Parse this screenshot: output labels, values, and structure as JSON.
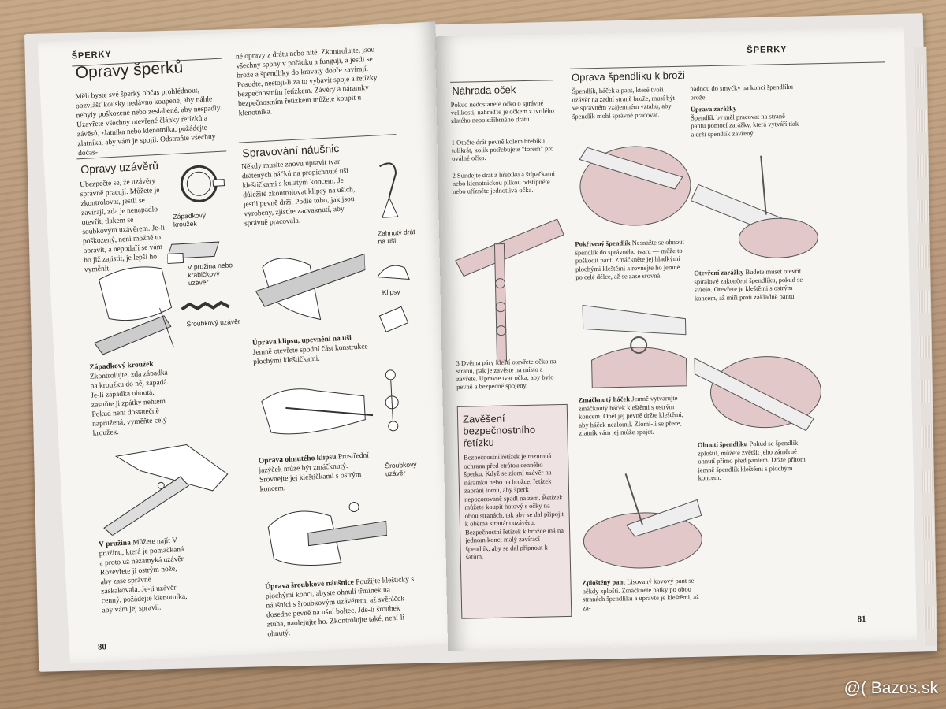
{
  "left_page": {
    "section": "ŠPERKY",
    "title": "Opravy šperků",
    "intro": "Měli byste své šperky občas prohlédnout, obzvlášť kousky nedávno koupené, aby náhle nebyly poškozené nebo zeslabené, aby nespadly. Uzavřete všechny otevřené články řetízků a závěsů, zlatníka nebo klenotníka, požádejte zlatníka, aby vám je spojil. Odstraňte všechny dočas-",
    "col2_intro": "né opravy z drátu nebo nitě. Zkontrolujte, jsou všechny spony v pořádku a fungují, a jestli se brože a špendlíky do kravaty dobře zavírají. Posudte, nestojí-li za to vybavit spoje a řetízky bezpečnostním řetízkem. Závěry a náramky bezpečnostním řetízkem můžete koupit u klenotníka.",
    "closures_heading": "Opravy uzávěrů",
    "closures_text": "Ubezpečte se, že uzávěry správně pracují. Můžete je zkontrolovat, jestli se zavírají, zda je nenapadlo otevřít, tlakem se soubkovým uzávěrem. Je-li poškozený, není možné to opravit, a nepodaří se vám ho již zajistit, je lepší ho vyměnit.",
    "label_ring": "Západkový kroužek",
    "label_spring": "V pružina nebo krabičkový uzávěr",
    "label_screw": "Šroubkový uzávěr",
    "ring_caption_bold": "Západkový kroužek",
    "ring_caption": "Zkontrolujte, zda západka na kroužku do něj zapadá. Je-li západka ohnutá, zasuňte ji zpátky nehtem. Pokud není dostatečně napružená, vyměňte celý kroužek.",
    "spring_caption_bold": "V pružina",
    "spring_caption": "Můžete najít V pružinu, která je pomačkaná a proto už nezamyká uzávěr. Rozevřete ji ostrým nože, aby zase správně zaskakovala. Je-li uzávěr cenný, požádejte klenotníka, aby vám jej spravil.",
    "earrings_heading": "Spravování náušnic",
    "earrings_text": "Někdy musíte znovu upravit tvar drátěných háčků na propíchnuté uši kleštičkami s kulatým koncem. Je důležité zkontrolovat klipsy na uších, jestli pevně drží. Podle toho, jak jsou vyrobeny, zjistíte zacvaknutí, aby správně pracovala.",
    "label_hooks": "Zahnutý drát na uši",
    "label_clips": "Klipsy",
    "label_screws": "Šroubkový uzávěr",
    "clip_caption_bold": "Úprava klipsu, upevnění na uši",
    "clip_caption": "Jemně otevřete spodní část konstrukce plochými kleštičkami.",
    "bent_caption_bold": "Oprava ohnutého klipsu",
    "bent_caption": "Prostřední jazýček může být zmáčknutý. Srovnejte jej kleštičkami s ostrým koncem.",
    "screw_caption_bold": "Úprava šroubkové náušnice",
    "screw_caption": "Použijte kleštičky s plochými konci, abyste ohnuli třmínek na náušnici s šroubkovým uzávěrem, až svěráček dosedne pevně na ušní boltec. Jde-li šroubek ztuha, naolejujte ho. Zkontrolujte také, není-li ohnutý.",
    "page_number": "80"
  },
  "right_page": {
    "section": "ŠPERKY",
    "eyes_heading": "Náhrada oček",
    "eyes_text": "Pokud nedostanete očko o správné velikosti, nahraďte je očkem z tvrdého zlatého nebo stříbrného drátu.",
    "step1": "1 Otočte drát pevně kolem hřebíku tolikrát, kolik potřebujete \"forem\" pro oválné očko.",
    "step2": "2 Sundejte drát z hřebíku a štípačkami nebo klenotnickou pilkou odštípněte nebo uřízněte jednotlivá očka.",
    "step3": "3 Dvěma páry kleští otevřete očko na stranu, pak je zavěste na místo a zavřete. Upravte tvar očka, aby bylo pevně a bezpečně spojeny.",
    "safety_heading": "Zavěšení bezpečnostního řetízku",
    "safety_text": "Bezpečnostní řetízek je rozumná ochrana před ztrátou cenného šperku. Když se zlomí uzávěr na náramku nebo na brožce, řetízek zabrání tomu, aby šperk nepozorovaně spadl na zem. Řetízek můžete koupit hotový s očky na obou stranách, tak aby se dal připojit k oběma stranám uzávěru. Bezpečnostní řetízek k brožce má na jednom konci malý zavírací špendlík, aby se dal připnout k šatům.",
    "brooch_heading": "Oprava špendlíku k broži",
    "brooch_text": "Špendlík, háček a pant, které tvoří uzávěr na zadní straně brože, musí být ve správném vzájemném vztahu, aby špendlík mohl správně pracovat.",
    "brooch_col2": "padnou do smyčky na konci špendlíku brože.",
    "stop_bold": "Úprava zarážky",
    "stop_text": "Špendlík by měl pracovat na straně pantu pomocí zarážky, která vytváří tlak a drží špendlík zavřený.",
    "bent_pin_bold": "Pokřivený špendlík",
    "bent_pin": "Nesnažte se ohnout špendlík do správného tvaru — může to poškodit pant. Zmáčkněte jej hladkými plochými kleštěmi a rovnejte ho jemně po celé délce, až se zase srovná.",
    "open_stop_bold": "Otevření zarážky",
    "open_stop": "Budete muset otevřít spirálové zakončení špendlíku, pokud se svřelo. Otevřete je kleštěmi s ostrým koncem, až míří proti základně pantu.",
    "hook_bold": "Zmáčknutý háček",
    "hook": "Jemně vytvarujte zmáčknutý háček kleštěmi s ostrým koncem. Opět jej pevně držte kleštěmi, aby háček nezlomil. Zlomí-li se přece, zlatník vám jej může spajet.",
    "blunt_bold": "Ohnutí špendlíku",
    "blunt": "Pokud se špendlík zploštil, můžete zvětšit jeho záměrné ohnutí přímo před pantem. Držte přitom jemně špendlík kleštěmi s plochým koncem.",
    "flat_bold": "Zploštěný pant",
    "flat": "Lisovaný kovový pant se někdy zploští. Zmáčkněte patky po obou stranách špendlíku a upravte je kleštěmi, až za-",
    "page_number": "81"
  },
  "watermark": "@( Bazos.sk"
}
